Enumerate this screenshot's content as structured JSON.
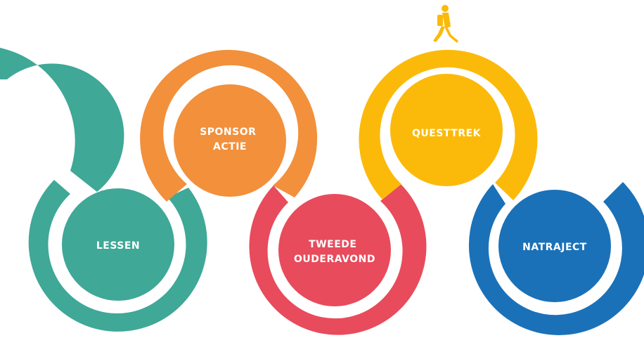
{
  "colors": {
    "teal": "#3fa897",
    "orange": "#f2903c",
    "red": "#e84b5c",
    "yellow": "#fbba0a",
    "blue": "#1a71b8",
    "background": "#ffffff"
  },
  "icons": {
    "walker": "walking-person-icon"
  },
  "steps": [
    {
      "id": "lessen",
      "lines": [
        "LESSEN"
      ],
      "color": "teal"
    },
    {
      "id": "sponsoractie",
      "lines": [
        "SPONSOR",
        "ACTIE"
      ],
      "color": "orange"
    },
    {
      "id": "tweede-ouderavond",
      "lines": [
        "TWEEDE",
        "OUDERAVOND"
      ],
      "color": "red"
    },
    {
      "id": "questtrek",
      "lines": [
        "QUESTTREK"
      ],
      "color": "yellow"
    },
    {
      "id": "natraject",
      "lines": [
        "NATRAJECT"
      ],
      "color": "blue"
    }
  ]
}
